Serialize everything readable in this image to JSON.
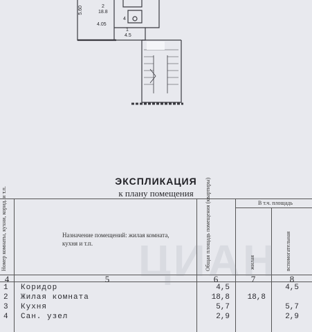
{
  "plan": {
    "dimension_labels": [
      "5.60",
      "2",
      "18.8",
      "4.05",
      "4",
      "1",
      "4.5"
    ],
    "wm_text": ""
  },
  "explication": {
    "title": "ЭКСПЛИКАЦИЯ",
    "subtitle": "к плану помещения",
    "headers": {
      "room_no": "Номер комнаты, кухни, корид. и т.п.",
      "purpose": "Назначение помещений: жилая комната, кухня и т.п.",
      "total_area": "Общая площадь помещения (квартиры)",
      "incl_area": "В т.ч. площадь",
      "living": "жилая",
      "auxiliary": "вспомогательная"
    },
    "col_numbers": [
      "4",
      "5",
      "6",
      "7",
      "8"
    ],
    "rows": [
      {
        "no": "1",
        "name": "Коридор",
        "total": "4,5",
        "living": "",
        "aux": "4,5"
      },
      {
        "no": "2",
        "name": "Жилая комната",
        "total": "18,8",
        "living": "18,8",
        "aux": ""
      },
      {
        "no": "3",
        "name": "Кухня",
        "total": "5,7",
        "living": "",
        "aux": "5,7"
      },
      {
        "no": "4",
        "name": "Сан. узел",
        "total": "2,9",
        "living": "",
        "aux": "2,9"
      }
    ]
  },
  "watermark": {
    "text": "ЦИАН",
    "color": "#9aa0aa"
  }
}
